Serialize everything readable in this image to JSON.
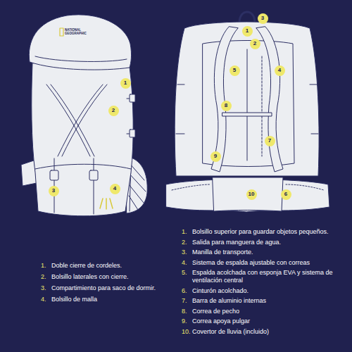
{
  "diagram": {
    "nodes": [
      {
        "text": [
          "1"
        ]
      },
      {
        "text": [
          "2"
        ]
      },
      {
        "text": [
          "3"
        ]
      },
      {
        "text": [
          "4"
        ]
      },
      {
        "text": [
          "3"
        ]
      },
      {
        "text": [
          "1"
        ]
      },
      {
        "text": [
          "2"
        ]
      },
      {
        "text": [
          "5"
        ]
      },
      {
        "text": [
          "4"
        ]
      },
      {
        "text": [
          "8"
        ]
      },
      {
        "text": [
          "7"
        ]
      },
      {
        "text": [
          "9"
        ]
      },
      {
        "text": [
          "10"
        ]
      },
      {
        "text": [
          "6"
        ]
      }
    ],
    "labels": [
      "NATIONAL GEOGRAPHIC",
      "1.",
      "Doble cierre de cordeles.",
      "2.",
      "Bolsillo laterales con cierre.",
      "3.",
      "Compartimiento para saco de dormir.",
      "4.",
      "Bolsillo de malla",
      "1.",
      "Bolsillo superior para guardar objetos pequeños.",
      "2.",
      "Salida para manguera de agua.",
      "3.",
      "Manilla de transporte.",
      "4.",
      "Sistema de espalda ajustable con correas",
      "5.",
      "Espalda acolchada con esponja EVA y sistema de ventilación central",
      "6.",
      "Cinturón acolchado.",
      "7.",
      "Barra de aluminio internas",
      "8.",
      "Correa de pecho",
      "9.",
      "Correa apoya pulgar",
      "10.",
      "Covertor de lluvia (incluido)"
    ]
  }
}
